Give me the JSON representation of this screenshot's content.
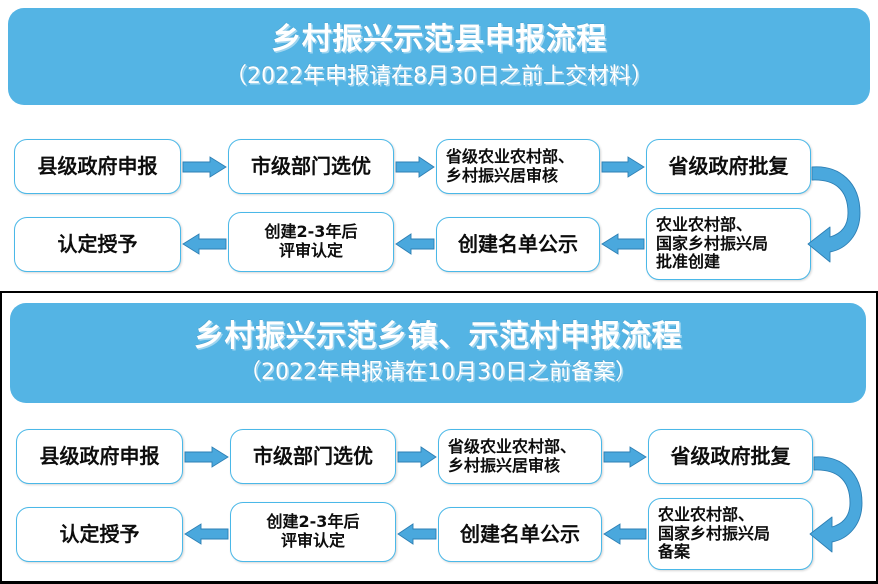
{
  "colors": {
    "banner_blue": "#54b4e4",
    "box_border": "#4ab8e8",
    "arrow_fill": "#4aa8dd",
    "arrow_stroke": "#2d7fb4",
    "box_fill": "#ffffff",
    "text": "#0d0d0d",
    "frame": "#000000"
  },
  "sections": [
    {
      "banner": {
        "title": "乡村振兴示范县申报流程",
        "subtitle": "（2022年申报请在8月30日之前上交材料）"
      },
      "nodes": [
        {
          "id": "n1",
          "label": "县级政府申报"
        },
        {
          "id": "n2",
          "label": "市级部门选优"
        },
        {
          "id": "n3",
          "label": "省级农业农村部、\n乡村振兴居审核"
        },
        {
          "id": "n4",
          "label": "省级政府批复"
        },
        {
          "id": "n5",
          "label": "农业农村部、\n国家乡村振兴局\n批准创建"
        },
        {
          "id": "n6",
          "label": "创建名单公示"
        },
        {
          "id": "n7",
          "label": "创建2-3年后\n评审认定"
        },
        {
          "id": "n8",
          "label": "认定授予"
        }
      ],
      "connectors": [
        {
          "from": "n1",
          "to": "n2",
          "direction": "right"
        },
        {
          "from": "n2",
          "to": "n3",
          "direction": "right"
        },
        {
          "from": "n3",
          "to": "n4",
          "direction": "right"
        },
        {
          "from": "n4",
          "to": "n5",
          "direction": "curve-down-left"
        },
        {
          "from": "n5",
          "to": "n6",
          "direction": "left"
        },
        {
          "from": "n6",
          "to": "n7",
          "direction": "left"
        },
        {
          "from": "n7",
          "to": "n8",
          "direction": "left"
        }
      ]
    },
    {
      "banner": {
        "title": "乡村振兴示范乡镇、示范村申报流程",
        "subtitle": "（2022年申报请在10月30日之前备案）"
      },
      "nodes": [
        {
          "id": "m1",
          "label": "县级政府申报"
        },
        {
          "id": "m2",
          "label": "市级部门选优"
        },
        {
          "id": "m3",
          "label": "省级农业农村部、\n乡村振兴居审核"
        },
        {
          "id": "m4",
          "label": "省级政府批复"
        },
        {
          "id": "m5",
          "label": "农业农村部、\n国家乡村振兴局\n备案"
        },
        {
          "id": "m6",
          "label": "创建名单公示"
        },
        {
          "id": "m7",
          "label": "创建2-3年后\n评审认定"
        },
        {
          "id": "m8",
          "label": "认定授予"
        }
      ],
      "connectors": [
        {
          "from": "m1",
          "to": "m2",
          "direction": "right"
        },
        {
          "from": "m2",
          "to": "m3",
          "direction": "right"
        },
        {
          "from": "m3",
          "to": "m4",
          "direction": "right"
        },
        {
          "from": "m4",
          "to": "m5",
          "direction": "curve-down-left"
        },
        {
          "from": "m5",
          "to": "m6",
          "direction": "left"
        },
        {
          "from": "m6",
          "to": "m7",
          "direction": "left"
        },
        {
          "from": "m7",
          "to": "m8",
          "direction": "left"
        }
      ]
    }
  ]
}
